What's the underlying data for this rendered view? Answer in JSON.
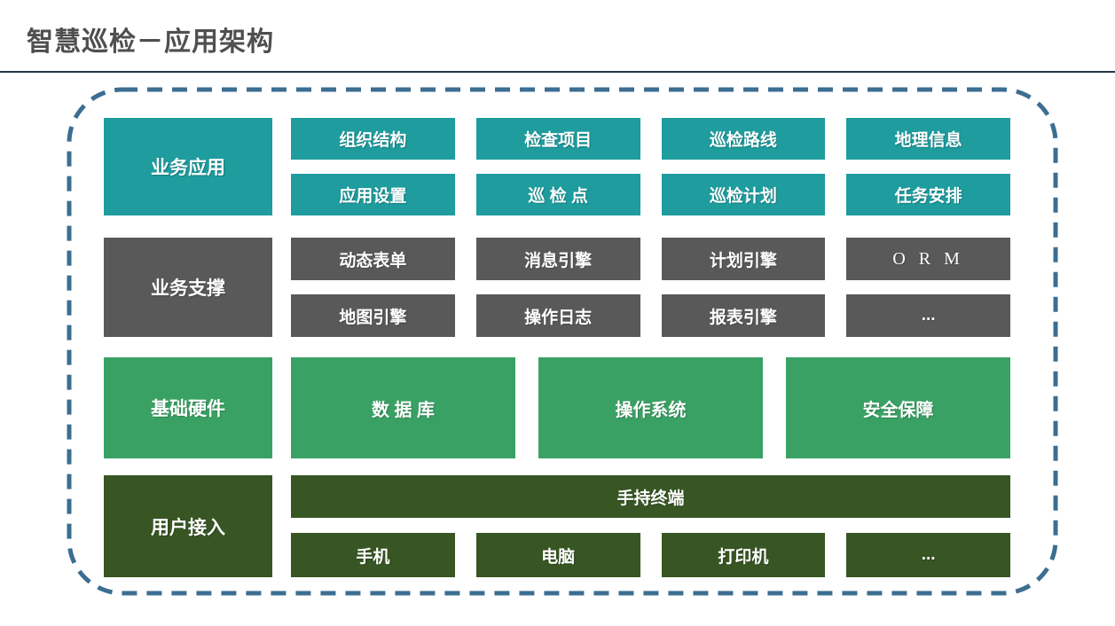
{
  "title": "智慧巡检－应用架构",
  "colors": {
    "teal": "#1e9c9e",
    "dark_gray": "#595959",
    "green": "#3aa164",
    "dark_green": "#375623",
    "dashed_border": "#3c6e91",
    "title_text": "#4f4f4f",
    "title_rule": "#22384a"
  },
  "layers": [
    {
      "label": "业务应用",
      "rows": [
        [
          "组织结构",
          "检查项目",
          "巡检路线",
          "地理信息"
        ],
        [
          "应用设置",
          "巡 检 点",
          "巡检计划",
          "任务安排"
        ]
      ]
    },
    {
      "label": "业务支撑",
      "rows": [
        [
          "动态表单",
          "消息引擎",
          "计划引擎",
          "O R M"
        ],
        [
          "地图引擎",
          "操作日志",
          "报表引擎",
          "..."
        ]
      ]
    },
    {
      "label": "基础硬件",
      "rows": [
        [
          "数 据 库",
          "操作系统",
          "安全保障"
        ]
      ]
    },
    {
      "label": "用户接入",
      "full_bar": "手持终端",
      "rows": [
        [
          "手机",
          "电脑",
          "打印机",
          "..."
        ]
      ]
    }
  ]
}
